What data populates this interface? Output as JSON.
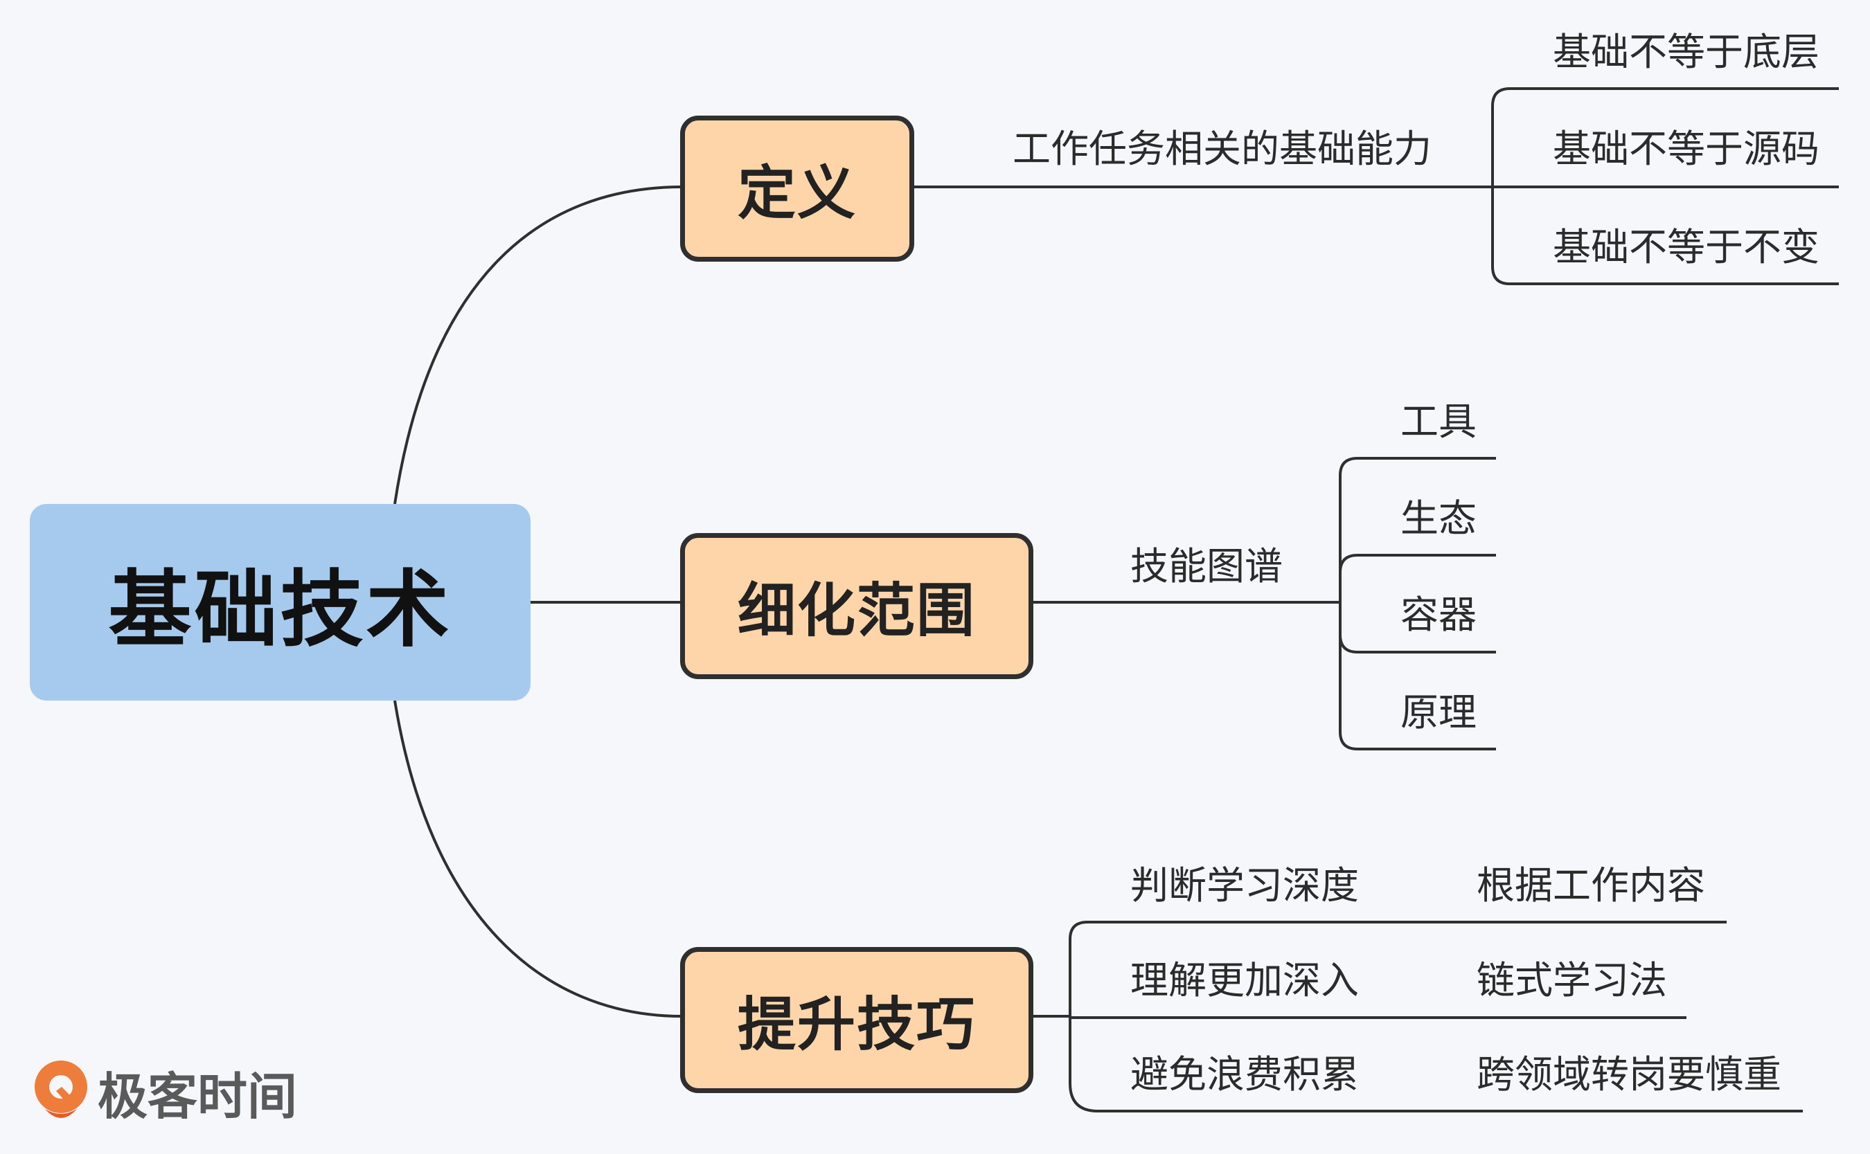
{
  "root": "基础技术",
  "branches": [
    {
      "label": "定义",
      "sub": "工作任务相关的基础能力",
      "leaves": [
        "基础不等于底层",
        "基础不等于源码",
        "基础不等于不变"
      ]
    },
    {
      "label": "细化范围",
      "sub": "技能图谱",
      "leaves": [
        "工具",
        "生态",
        "容器",
        "原理"
      ]
    },
    {
      "label": "提升技巧",
      "items": [
        {
          "label": "判断学习深度",
          "detail": "根据工作内容"
        },
        {
          "label": "理解更加深入",
          "detail": "链式学习法"
        },
        {
          "label": "避免浪费积累",
          "detail": "跨领域转岗要慎重"
        }
      ]
    }
  ],
  "brand": "极客时间",
  "colors": {
    "root_fill": "#a6c9ee",
    "branch_fill": "#fdd5a8",
    "line": "#2f2f2f",
    "logo_orange": "#ee7d3b"
  }
}
